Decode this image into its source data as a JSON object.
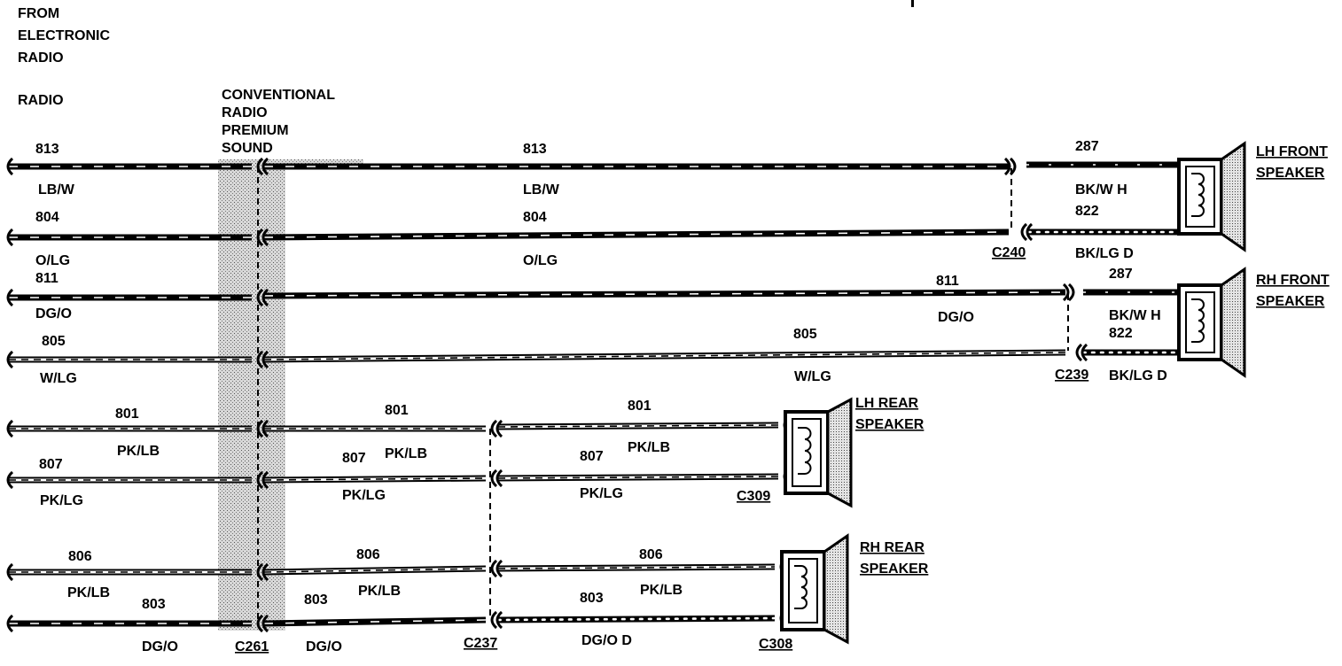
{
  "header": {
    "from_lines": [
      "FROM",
      "ELECTRONIC",
      "RADIO"
    ],
    "radio": "RADIO",
    "conv_lines": [
      "CONVENTIONAL",
      "RADIO",
      "PREMIUM",
      "SOUND"
    ]
  },
  "connectors": {
    "c261": "C261",
    "c237": "C237",
    "c240": "C240",
    "c239": "C239",
    "c309": "C309",
    "c308": "C308"
  },
  "speakers": {
    "lh_front": [
      "LH FRONT",
      "SPEAKER"
    ],
    "rh_front": [
      "RH FRONT",
      "SPEAKER"
    ],
    "lh_rear": [
      "LH REAR",
      "SPEAKER"
    ],
    "rh_rear": [
      "RH REAR",
      "SPEAKER"
    ]
  },
  "circuit_labels": [
    {
      "text": "813"
    },
    {
      "text": "LB/W"
    },
    {
      "text": "813"
    },
    {
      "text": "LB/W"
    },
    {
      "text": "804"
    },
    {
      "text": "O/LG"
    },
    {
      "text": "804"
    },
    {
      "text": "O/LG"
    },
    {
      "text": "811"
    },
    {
      "text": "DG/O"
    },
    {
      "text": "811"
    },
    {
      "text": "DG/O"
    },
    {
      "text": "805"
    },
    {
      "text": "W/LG"
    },
    {
      "text": "805"
    },
    {
      "text": "W/LG"
    },
    {
      "text": "801"
    },
    {
      "text": "PK/LB"
    },
    {
      "text": "801"
    },
    {
      "text": "PK/LB"
    },
    {
      "text": "801"
    },
    {
      "text": "PK/LB"
    },
    {
      "text": "807"
    },
    {
      "text": "PK/LG"
    },
    {
      "text": "807"
    },
    {
      "text": "PK/LG"
    },
    {
      "text": "807"
    },
    {
      "text": "PK/LG"
    },
    {
      "text": "806"
    },
    {
      "text": "PK/LB"
    },
    {
      "text": "806"
    },
    {
      "text": "PK/LB"
    },
    {
      "text": "806"
    },
    {
      "text": "PK/LB"
    },
    {
      "text": "803"
    },
    {
      "text": "DG/O"
    },
    {
      "text": "803"
    },
    {
      "text": "DG/O"
    },
    {
      "text": "803"
    },
    {
      "text": "DG/O D"
    },
    {
      "text": "287"
    },
    {
      "text": "BK/W H"
    },
    {
      "text": "822"
    },
    {
      "text": "BK/LG D"
    },
    {
      "text": "287"
    },
    {
      "text": "BK/W H"
    },
    {
      "text": "822"
    },
    {
      "text": "BK/LG D"
    }
  ]
}
